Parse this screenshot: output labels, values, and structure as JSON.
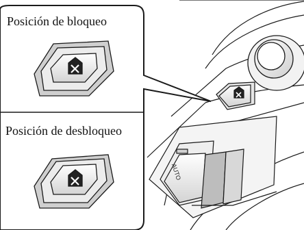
{
  "callout": {
    "lock_label": "Posición de bloqueo",
    "unlock_label": "Posición de desbloqueo"
  },
  "panel": {
    "auto_label": "AUTO"
  },
  "icons": {
    "switch_symbol": "window-lock-icon"
  },
  "colors": {
    "line": "#1a1a1a",
    "face_light": "#e8e8e8",
    "face_dark": "#9a9a9a",
    "background": "#ffffff"
  }
}
